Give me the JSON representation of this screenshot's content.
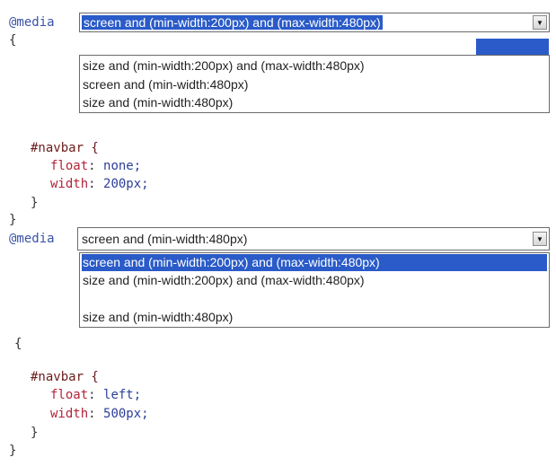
{
  "block1": {
    "media_keyword": "@media",
    "brace_open": "{",
    "combo_value": "screen and (min-width:200px) and (max-width:480px)",
    "options": [
      "size and (min-width:200px) and (max-width:480px)",
      "screen and (min-width:480px)",
      "size and (min-width:480px)"
    ],
    "navbar_selector": "#navbar {",
    "float_prop": "float",
    "float_value": "none;",
    "width_prop": "width",
    "width_value": "200px;",
    "inner_close": "}",
    "outer_close": "}"
  },
  "block2": {
    "media_keyword": "@media",
    "combo_value": "screen and (min-width:480px)",
    "options": [
      "screen and (min-width:200px) and (max-width:480px)",
      "size and (min-width:200px) and (max-width:480px)",
      "size and (min-width:480px)"
    ],
    "brace_open": "{",
    "navbar_selector": "#navbar {",
    "float_prop": "float",
    "float_value": "left;",
    "width_prop": "width",
    "width_value": "500px;",
    "inner_close": "}",
    "outer_close": "}"
  },
  "colors": {
    "selection_blue": "#2a5bc8",
    "keyword": "#3a52a8",
    "property": "#b3243a",
    "value": "#2c3f99",
    "selector": "#6b1c1c"
  },
  "icons": {
    "dropdown_arrow": "chevron-down-icon"
  }
}
